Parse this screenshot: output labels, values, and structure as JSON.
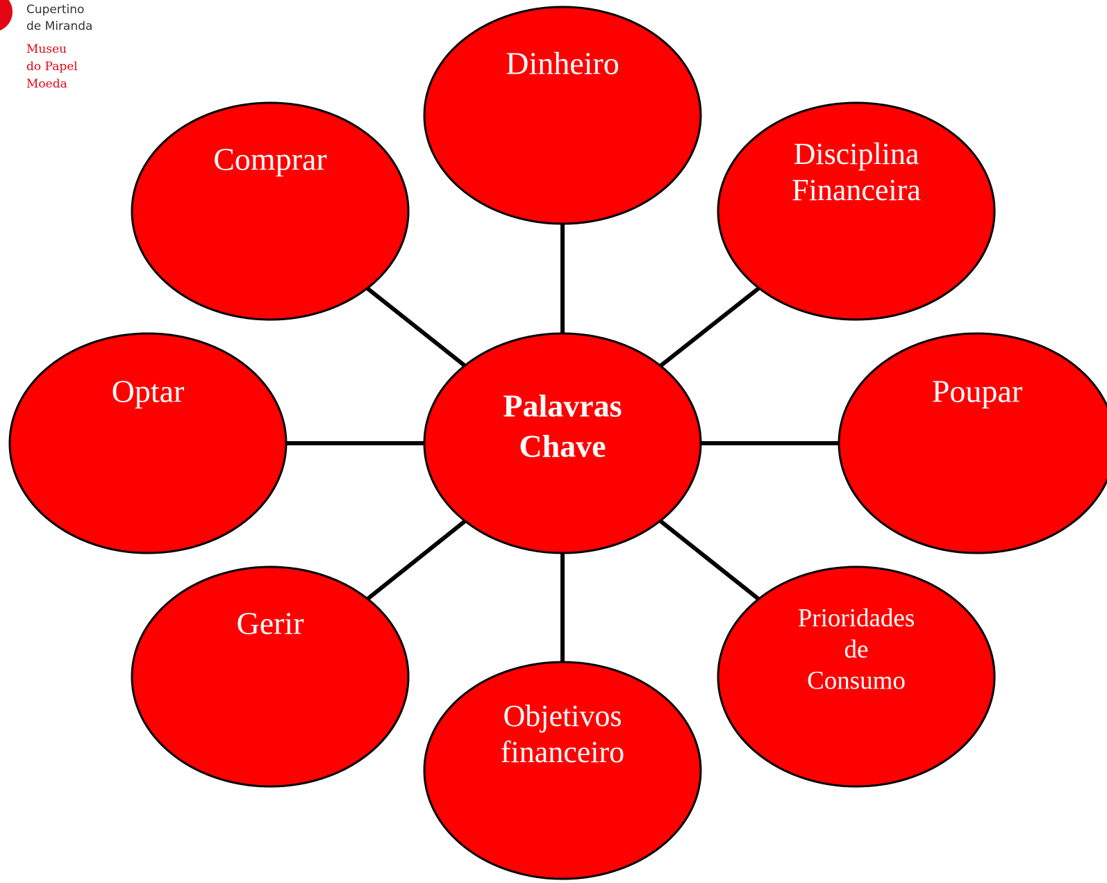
{
  "logo": {
    "line1": [
      "Cupertino",
      "de Miranda"
    ],
    "line2": [
      "Museu",
      "do Papel",
      "Moeda"
    ]
  },
  "colors": {
    "node_fill": "#ff0000",
    "node_stroke": "#000000",
    "connector": "#000000",
    "label": "#ffffff",
    "logo_red": "#e30613"
  },
  "diagram": {
    "center": {
      "id": "palavras-chave",
      "lines": [
        "Palavras",
        "Chave"
      ],
      "bold": true
    },
    "nodes": [
      {
        "id": "dinheiro",
        "lines": [
          "Dinheiro"
        ]
      },
      {
        "id": "disciplina-financeira",
        "lines": [
          "Disciplina",
          "Financeira"
        ]
      },
      {
        "id": "poupar",
        "lines": [
          "Poupar"
        ]
      },
      {
        "id": "prioridades-de-consumo",
        "lines": [
          "Prioridades",
          "de",
          "Consumo"
        ]
      },
      {
        "id": "objetivos-financeiro",
        "lines": [
          "Objetivos",
          "financeiro"
        ]
      },
      {
        "id": "gerir",
        "lines": [
          "Gerir"
        ]
      },
      {
        "id": "optar",
        "lines": [
          "Optar"
        ]
      },
      {
        "id": "comprar",
        "lines": [
          "Comprar"
        ]
      }
    ]
  }
}
